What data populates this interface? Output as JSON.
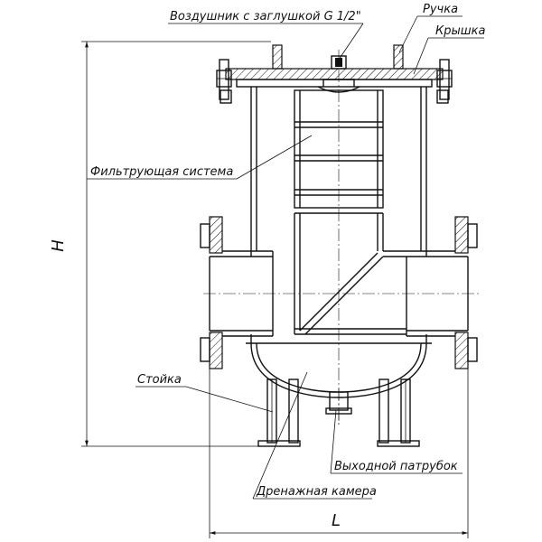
{
  "labels": {
    "air_vent": "Воздушник с заглушкой G 1/2\"",
    "handle": "Ручка",
    "cover": "Крышка",
    "filter_system": "Фильтрующая система",
    "stand": "Стойка",
    "outlet_pipe": "Выходной патрубок",
    "drain_chamber": "Дренажная камера"
  },
  "dimensions": {
    "height": "H",
    "length": "L"
  }
}
